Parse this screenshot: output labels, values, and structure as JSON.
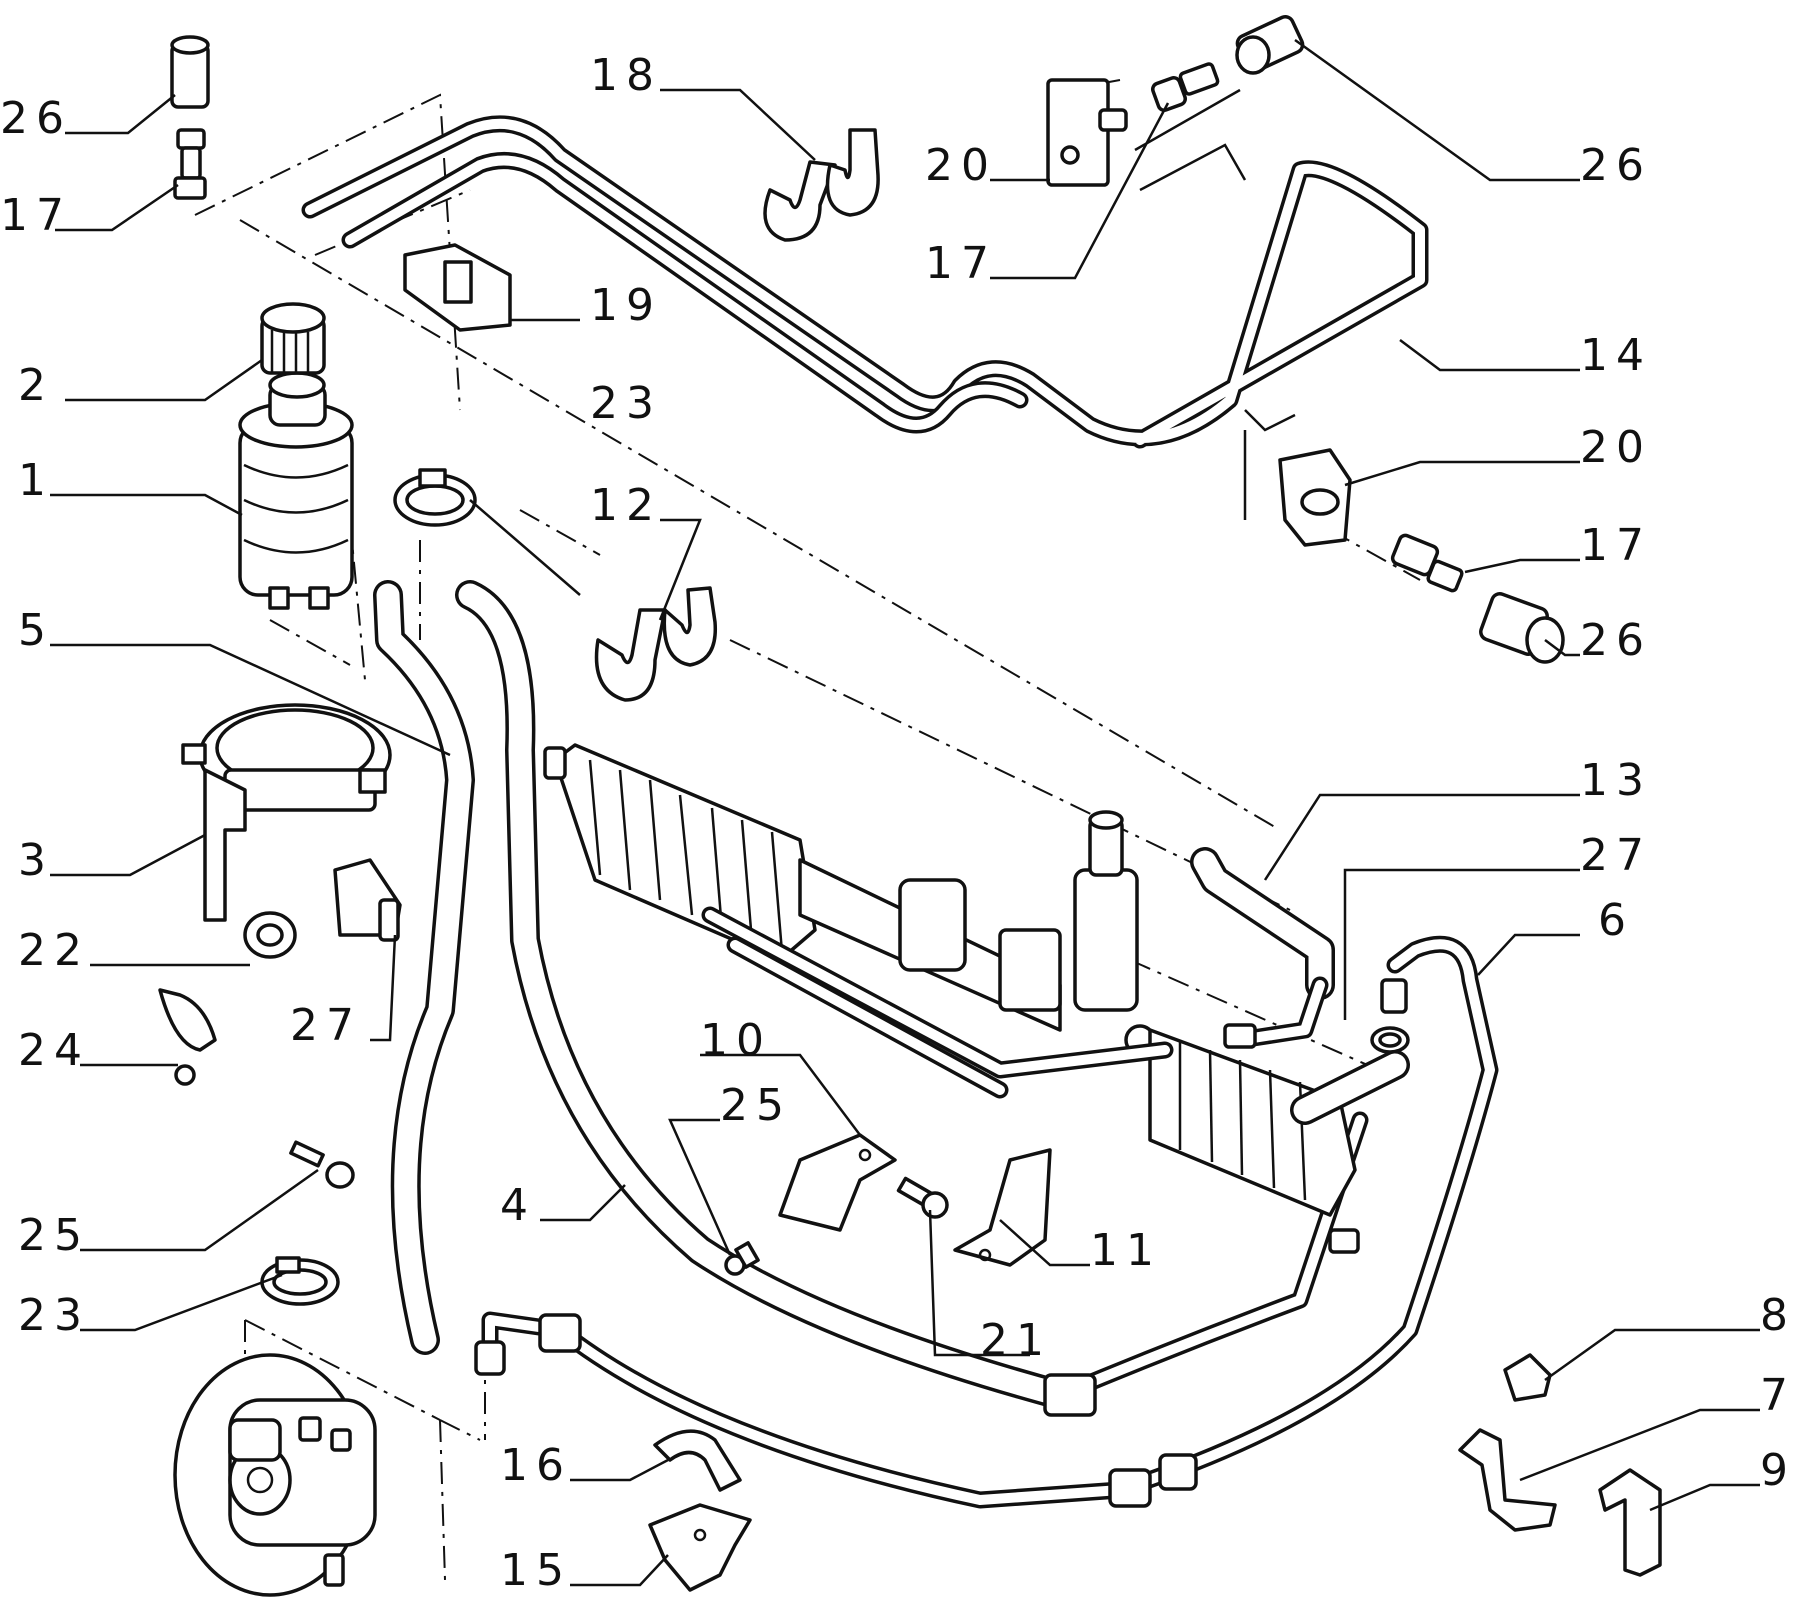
{
  "labels": {
    "p26a": "26",
    "p17a": "17",
    "p2": "2",
    "p1": "1",
    "p5": "5",
    "p3": "3",
    "p22": "22",
    "p24": "24",
    "p27a": "27",
    "p25a": "25",
    "p23a": "23",
    "p18": "18",
    "p19": "19",
    "p23b": "23",
    "p12": "12",
    "p20a": "20",
    "p17b": "17",
    "p26b": "26",
    "p14": "14",
    "p20b": "20",
    "p17c": "17",
    "p26c": "26",
    "p13": "13",
    "p27b": "27",
    "p6": "6",
    "p10": "10",
    "p25b": "25",
    "p4": "4",
    "p11": "11",
    "p21": "21",
    "p8": "8",
    "p7": "7",
    "p9": "9",
    "p16": "16",
    "p15": "15"
  },
  "colors": {
    "line": "#111111",
    "paper": "#ffffff"
  }
}
